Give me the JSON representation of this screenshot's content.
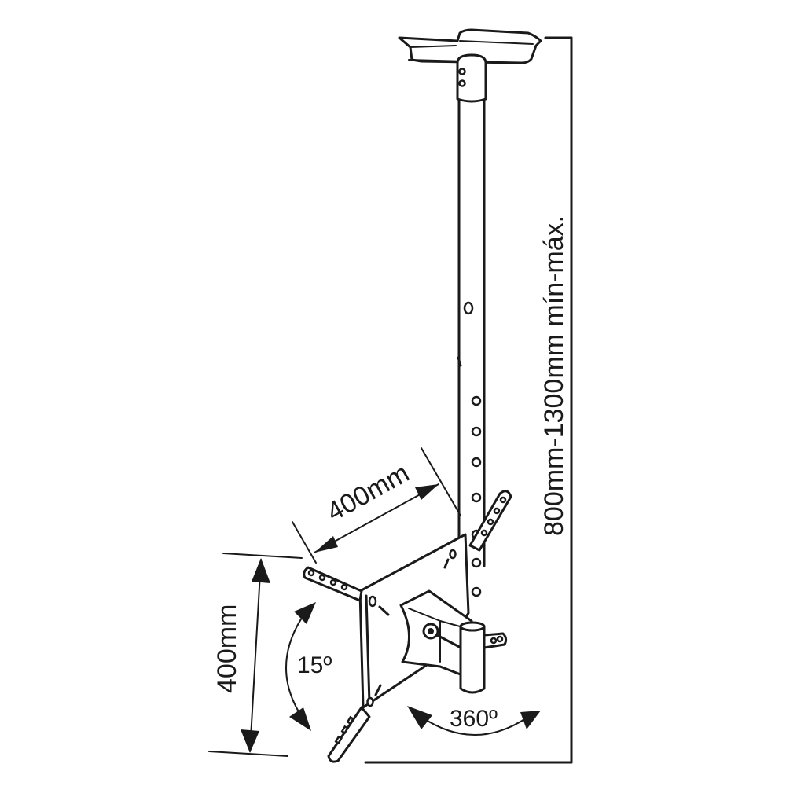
{
  "diagram": {
    "subject": "ceiling TV mount",
    "colors": {
      "line": "#1a1a1a",
      "background": "#ffffff"
    },
    "labels": {
      "height_range": "800mm-1300mm mín-máx.",
      "vesa_width": "400mm",
      "vesa_height": "400mm",
      "tilt_angle": "15º",
      "swivel_angle": "360º"
    },
    "dimensions": {
      "height_min_mm": 800,
      "height_max_mm": 1300,
      "vesa_width_mm": 400,
      "vesa_height_mm": 400,
      "tilt_deg": 15,
      "swivel_deg": 360
    }
  }
}
